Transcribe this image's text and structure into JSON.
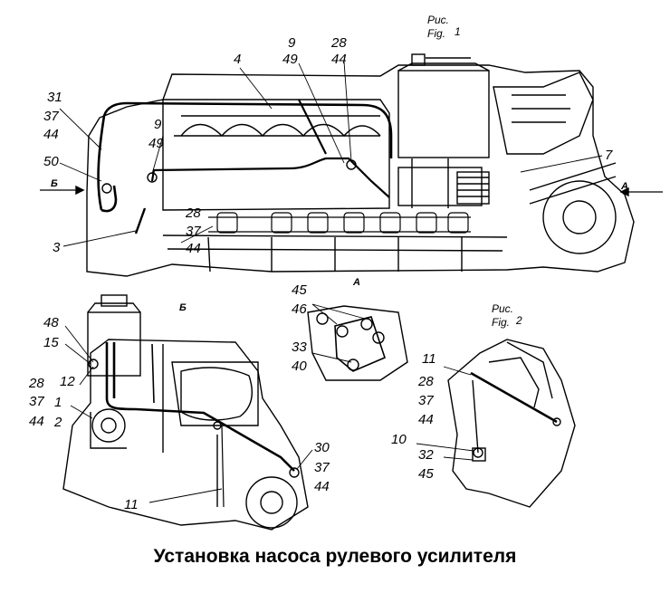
{
  "caption": "Установка насоса рулевого усилителя",
  "figure_refs": {
    "fig1_ru": "Рис.",
    "fig1_en": "Fig.",
    "fig1_num": "1",
    "fig2_ru": "Рис.",
    "fig2_en": "Fig.",
    "fig2_num": "2"
  },
  "views": {
    "b_top": "Б",
    "b_label": "Б",
    "a_top": "А",
    "a_label": "А"
  },
  "callouts_fig1": [
    "4",
    "9",
    "49",
    "28",
    "44",
    "31",
    "37",
    "44",
    "9",
    "49",
    "50",
    "28",
    "37",
    "44",
    "3",
    "7"
  ],
  "callouts_view_b": [
    "48",
    "15",
    "28",
    "12",
    "37",
    "1",
    "44",
    "2",
    "30",
    "37",
    "44",
    "11"
  ],
  "callouts_view_a": [
    "45",
    "46",
    "33",
    "40"
  ],
  "callouts_fig2": [
    "11",
    "28",
    "37",
    "44",
    "10",
    "32",
    "45"
  ]
}
